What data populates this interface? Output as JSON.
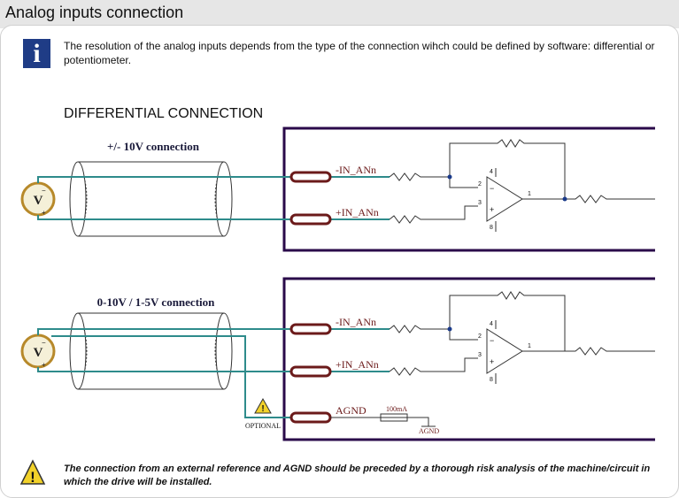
{
  "header": {
    "title": "Analog inputs connection"
  },
  "info": {
    "icon": "info-icon",
    "text": "The resolution of the analog inputs depends from the type of the connection wihch could be defined by software: differential or potentiometer."
  },
  "diagram": {
    "section_title": "DIFFERENTIAL CONNECTION",
    "cable1_label": "+/- 10V connection",
    "cable2_label": "0-10V / 1-5V connection",
    "neg_input": "-IN_ANn",
    "pos_input": "+IN_ANn",
    "agnd_label": "AGND",
    "agnd_ground_label": "AGND",
    "fuse_label": "100mA",
    "optional_label": "OPTIONAL",
    "voltmeter": "V",
    "plus_sign": "+",
    "minus_sign": "−",
    "pin_2": "2",
    "pin_3": "3",
    "pin_4": "4",
    "pin_8": "8",
    "pin_1": "1",
    "opamp_minus": "−",
    "opamp_plus": "+",
    "wire_color": "#2e8b8b",
    "resistor_color": "#6b1a1a",
    "frame_color": "#2a0a4a"
  },
  "warning": {
    "icon": "warning-icon",
    "text": "The connection from an external reference and AGND should be preceded by a thorough risk analysis of the machine/circuit in which the drive will be installed."
  }
}
